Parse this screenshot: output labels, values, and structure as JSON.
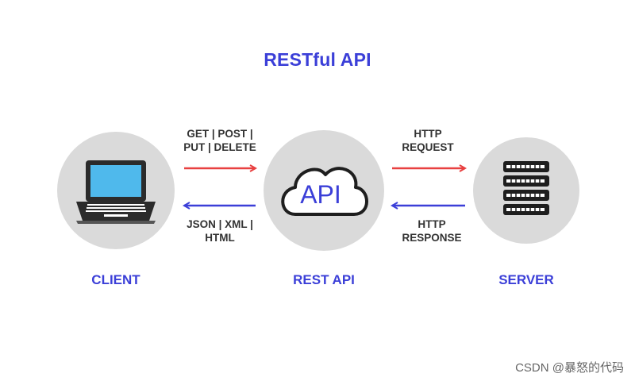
{
  "title": "RESTful API",
  "nodes": {
    "client": "CLIENT",
    "rest_api": "REST API",
    "server": "SERVER"
  },
  "cloud_text": "API",
  "edges": {
    "client_to_api": {
      "line1": "GET | POST |",
      "line2": "PUT | DELETE",
      "color": "#e84040"
    },
    "api_to_client": {
      "line1": "JSON | XML |",
      "line2": "HTML",
      "color": "#3b3fd8"
    },
    "api_to_server": {
      "line1": "HTTP",
      "line2": "REQUEST",
      "color": "#e84040"
    },
    "server_to_api": {
      "line1": "HTTP",
      "line2": "RESPONSE",
      "color": "#3b3fd8"
    }
  },
  "colors": {
    "accent": "#3b3fd8",
    "circle_bg": "#dadada",
    "laptop_screen": "#4fb9ec",
    "dark": "#2b2b2b"
  },
  "watermark": "CSDN @暴怒的代码"
}
